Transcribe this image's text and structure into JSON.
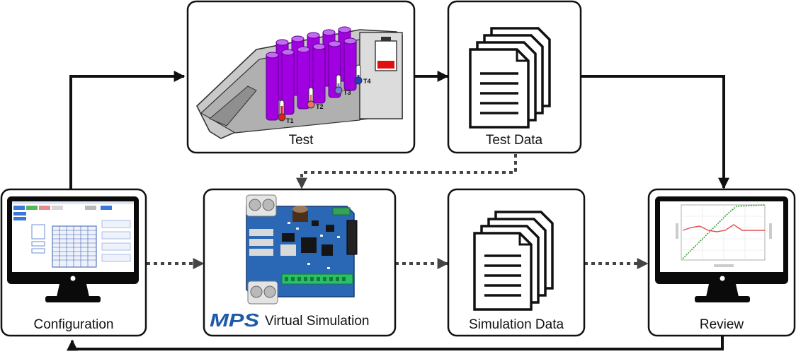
{
  "nodes": {
    "configuration": {
      "label": "Configuration",
      "icon": "monitor-config-screen-icon"
    },
    "test": {
      "label": "Test",
      "icon": "battery-pack-thermometers-icon",
      "sensors": [
        "T1",
        "T2",
        "T3",
        "T4"
      ]
    },
    "test_data": {
      "label": "Test Data",
      "icon": "documents-stack-icon"
    },
    "virtual_simulation": {
      "brand": "MPS",
      "label": "Virtual Simulation",
      "icon": "circuit-board-icon"
    },
    "simulation_data": {
      "label": "Simulation Data",
      "icon": "documents-stack-icon"
    },
    "review": {
      "label": "Review",
      "icon": "monitor-chart-icon"
    }
  },
  "colors": {
    "mps_brand": "#1f5aa8",
    "cells": "#a100e0",
    "board": "#2a67b5",
    "temp_hot": "#e02020",
    "temp_warm": "#e87070",
    "temp_cool": "#7a7ad8",
    "temp_cold": "#2040c0",
    "plot_red": "#e05050",
    "plot_green": "#3aa03a"
  }
}
